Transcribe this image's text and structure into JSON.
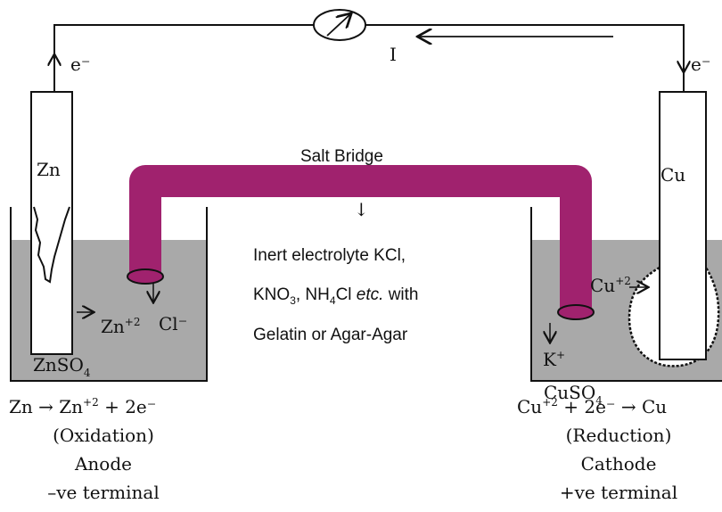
{
  "circuit": {
    "current_label": "I",
    "electron_left": "e⁻",
    "electron_right": "e⁻"
  },
  "salt_bridge": {
    "title": "Salt Bridge",
    "arrow_down": "↓",
    "desc_line1": "Inert electrolyte KCl,",
    "desc_line2_kno": "KNO",
    "desc_line2_sub3": "3",
    "desc_line2_nh": ", NH",
    "desc_line2_sub4": "4",
    "desc_line2_cl": "Cl ",
    "desc_line2_etc": "etc.",
    "desc_line2_with": " with",
    "desc_line3": "Gelatin or Agar-Agar"
  },
  "anode": {
    "electrode": "Zn",
    "ion": "Zn",
    "ion_charge": "+2",
    "anion": "Cl⁻",
    "solution": "ZnSO",
    "solution_sub": "4",
    "reaction_left": "Zn → Zn",
    "reaction_charge": "+2",
    "reaction_right": " + 2e⁻",
    "process": "(Oxidation)",
    "name": "Anode",
    "terminal": "–ve terminal"
  },
  "cathode": {
    "electrode": "Cu",
    "ion": "Cu",
    "ion_charge": "+2",
    "cation": "K",
    "cation_charge": "+",
    "solution": "CuSO",
    "solution_sub": "4",
    "reaction_left": "Cu",
    "reaction_charge": "+2",
    "reaction_right": " + 2e⁻ → Cu",
    "process": "(Reduction)",
    "name": "Cathode",
    "terminal": "+ve terminal"
  },
  "colors": {
    "bridge": "#a0226e",
    "solution": "#a9a9a9",
    "stroke": "#111111"
  }
}
